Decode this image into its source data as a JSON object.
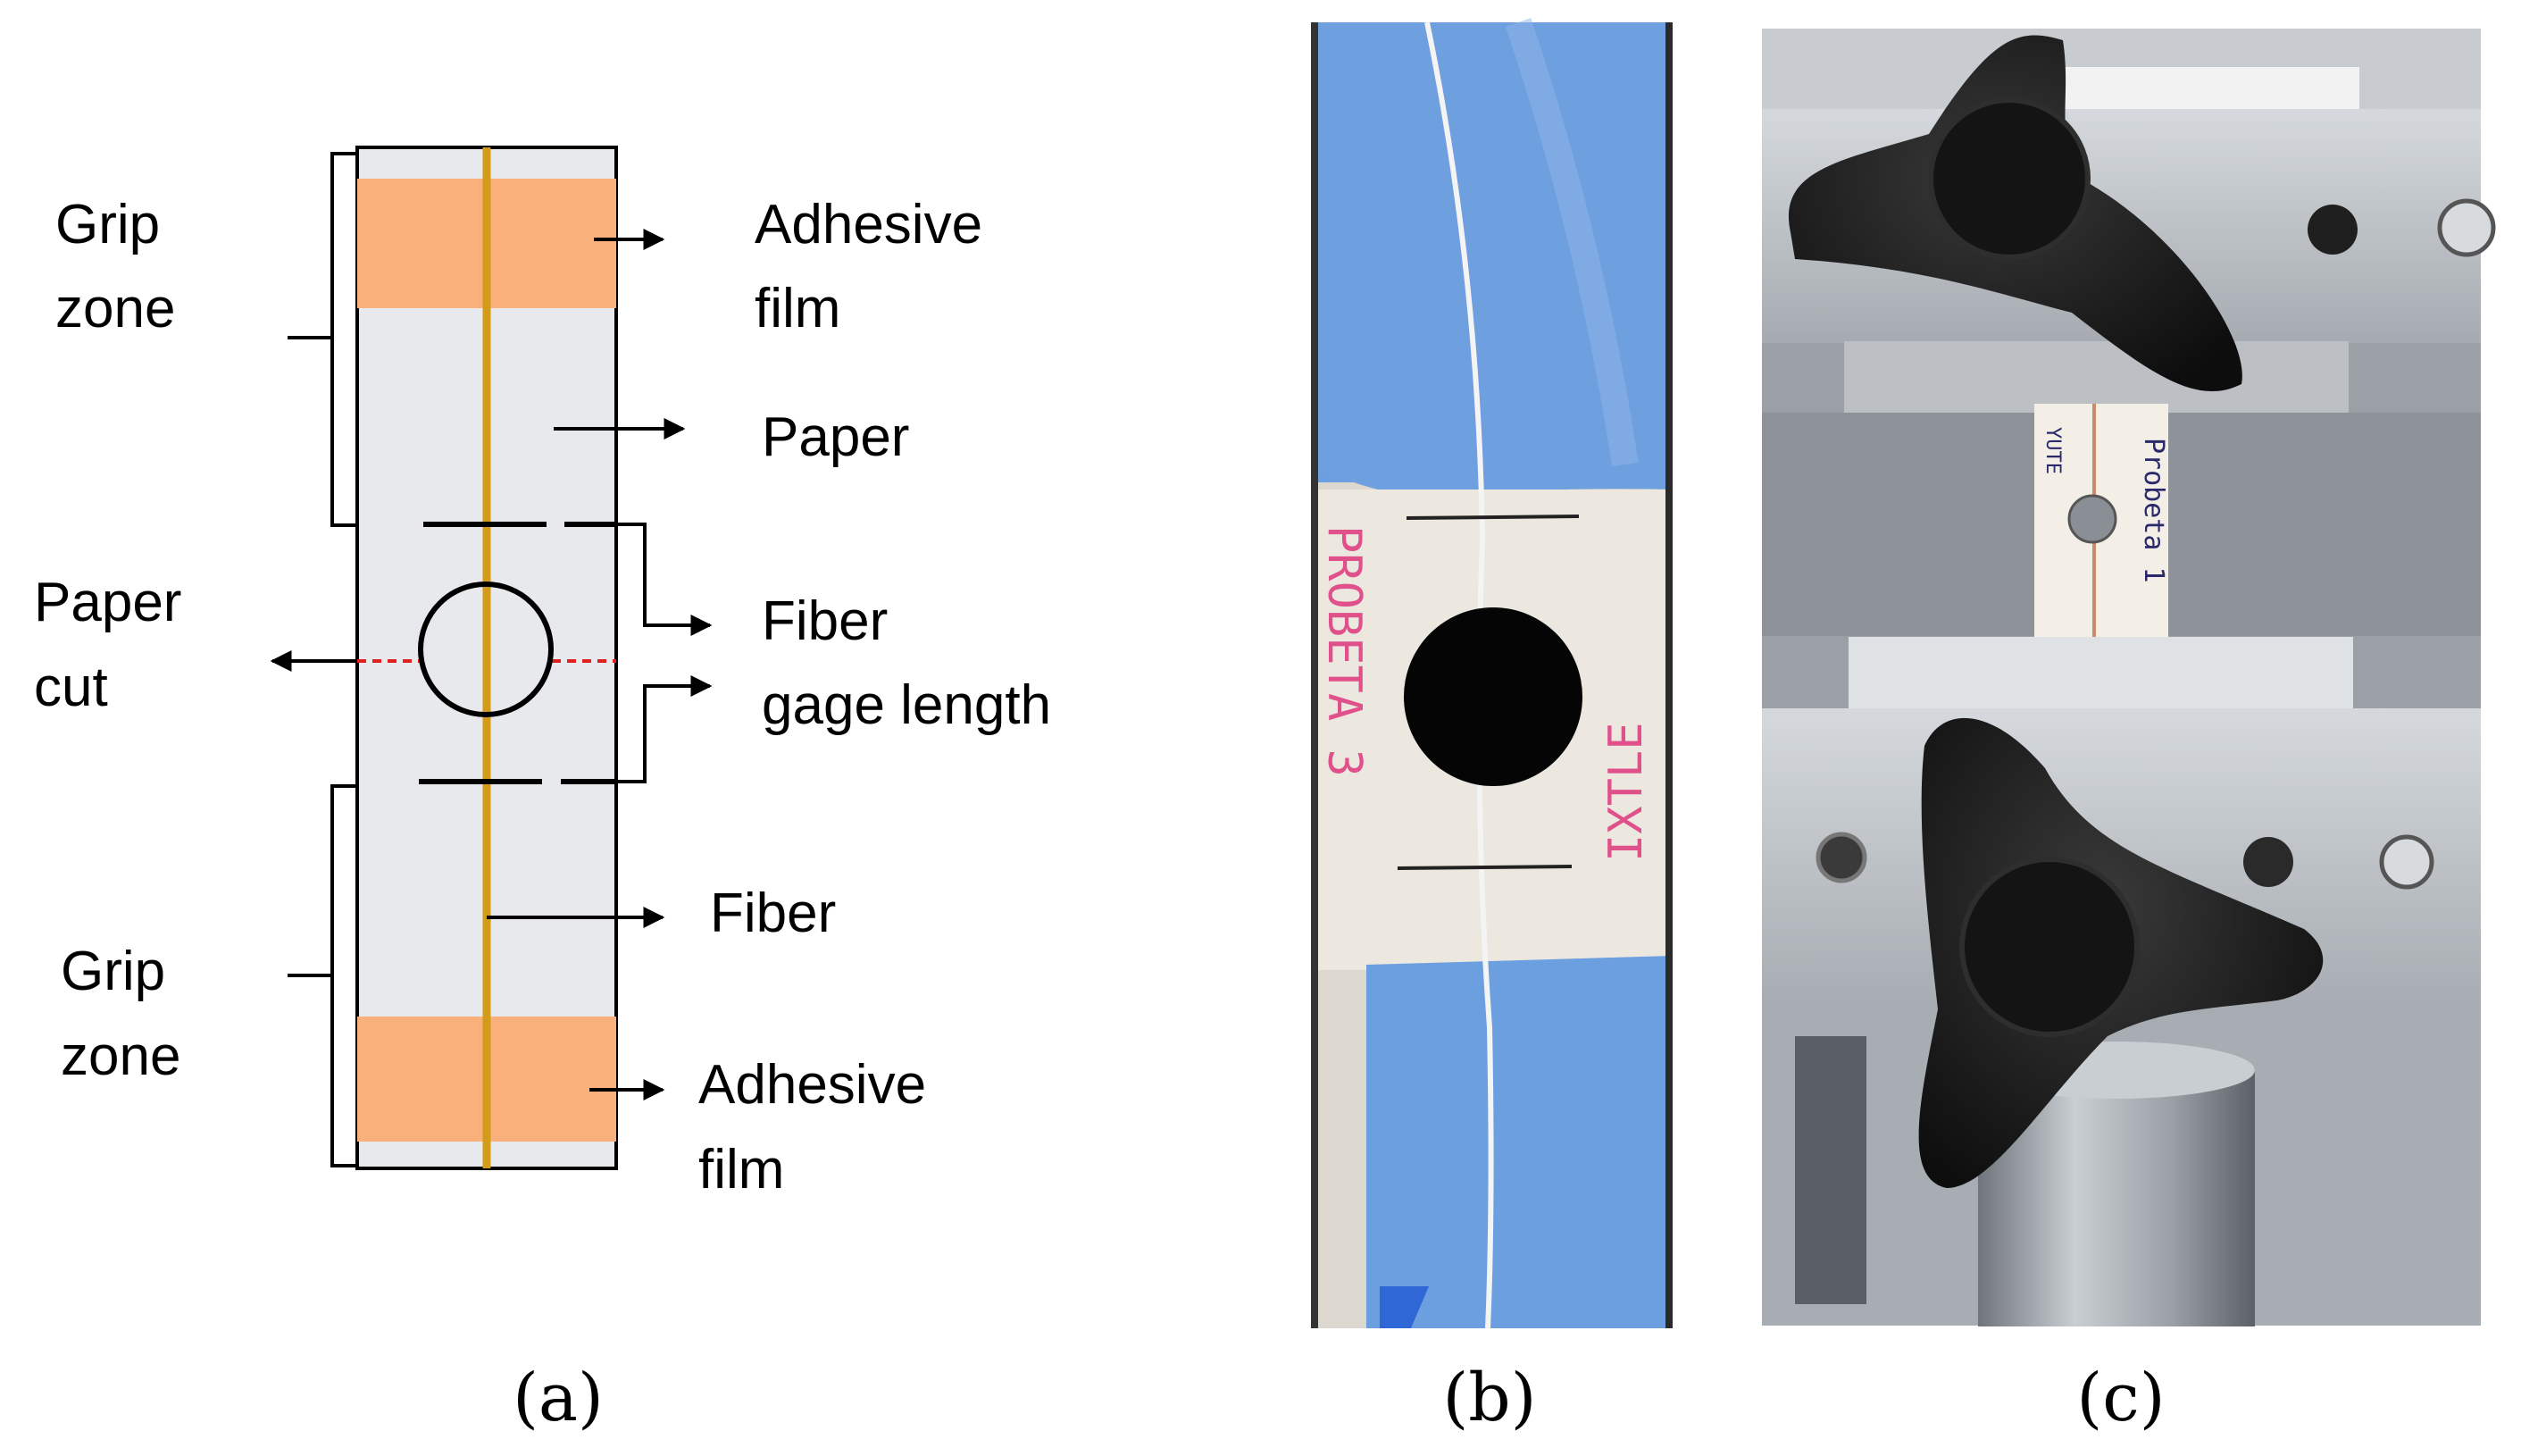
{
  "panel_a": {
    "labels": {
      "grip_zone_top": [
        "Grip",
        "zone"
      ],
      "adhesive_film_top": [
        "Adhesive",
        "film"
      ],
      "paper": "Paper",
      "paper_cut": [
        "Paper",
        "cut"
      ],
      "fiber_gage_length": [
        "Fiber",
        "gage length"
      ],
      "fiber": "Fiber",
      "grip_zone_bottom": [
        "Grip",
        "zone"
      ],
      "adhesive_film_bottom": [
        "Adhesive",
        "film"
      ]
    },
    "colors": {
      "adhesive_film": "#f9b07a",
      "paper": "#e8e9ec",
      "fiber": "#d49a1a",
      "paper_cut": "#e02020",
      "outline": "#000000"
    }
  },
  "panel_b": {
    "handwriting": [
      "PROBETA 3",
      "IXTLE"
    ],
    "colors": {
      "tape": "#6b9fe0",
      "paper": "#ece7df",
      "handwriting": "#e0508a"
    }
  },
  "panel_c": {
    "handwriting": [
      "Probeta 1",
      "YUTE"
    ],
    "colors": {
      "knob": "#1a1a1a",
      "metal": "#b4b9bf"
    }
  },
  "captions": {
    "a": "(a)",
    "b": "(b)",
    "c": "(c)"
  }
}
